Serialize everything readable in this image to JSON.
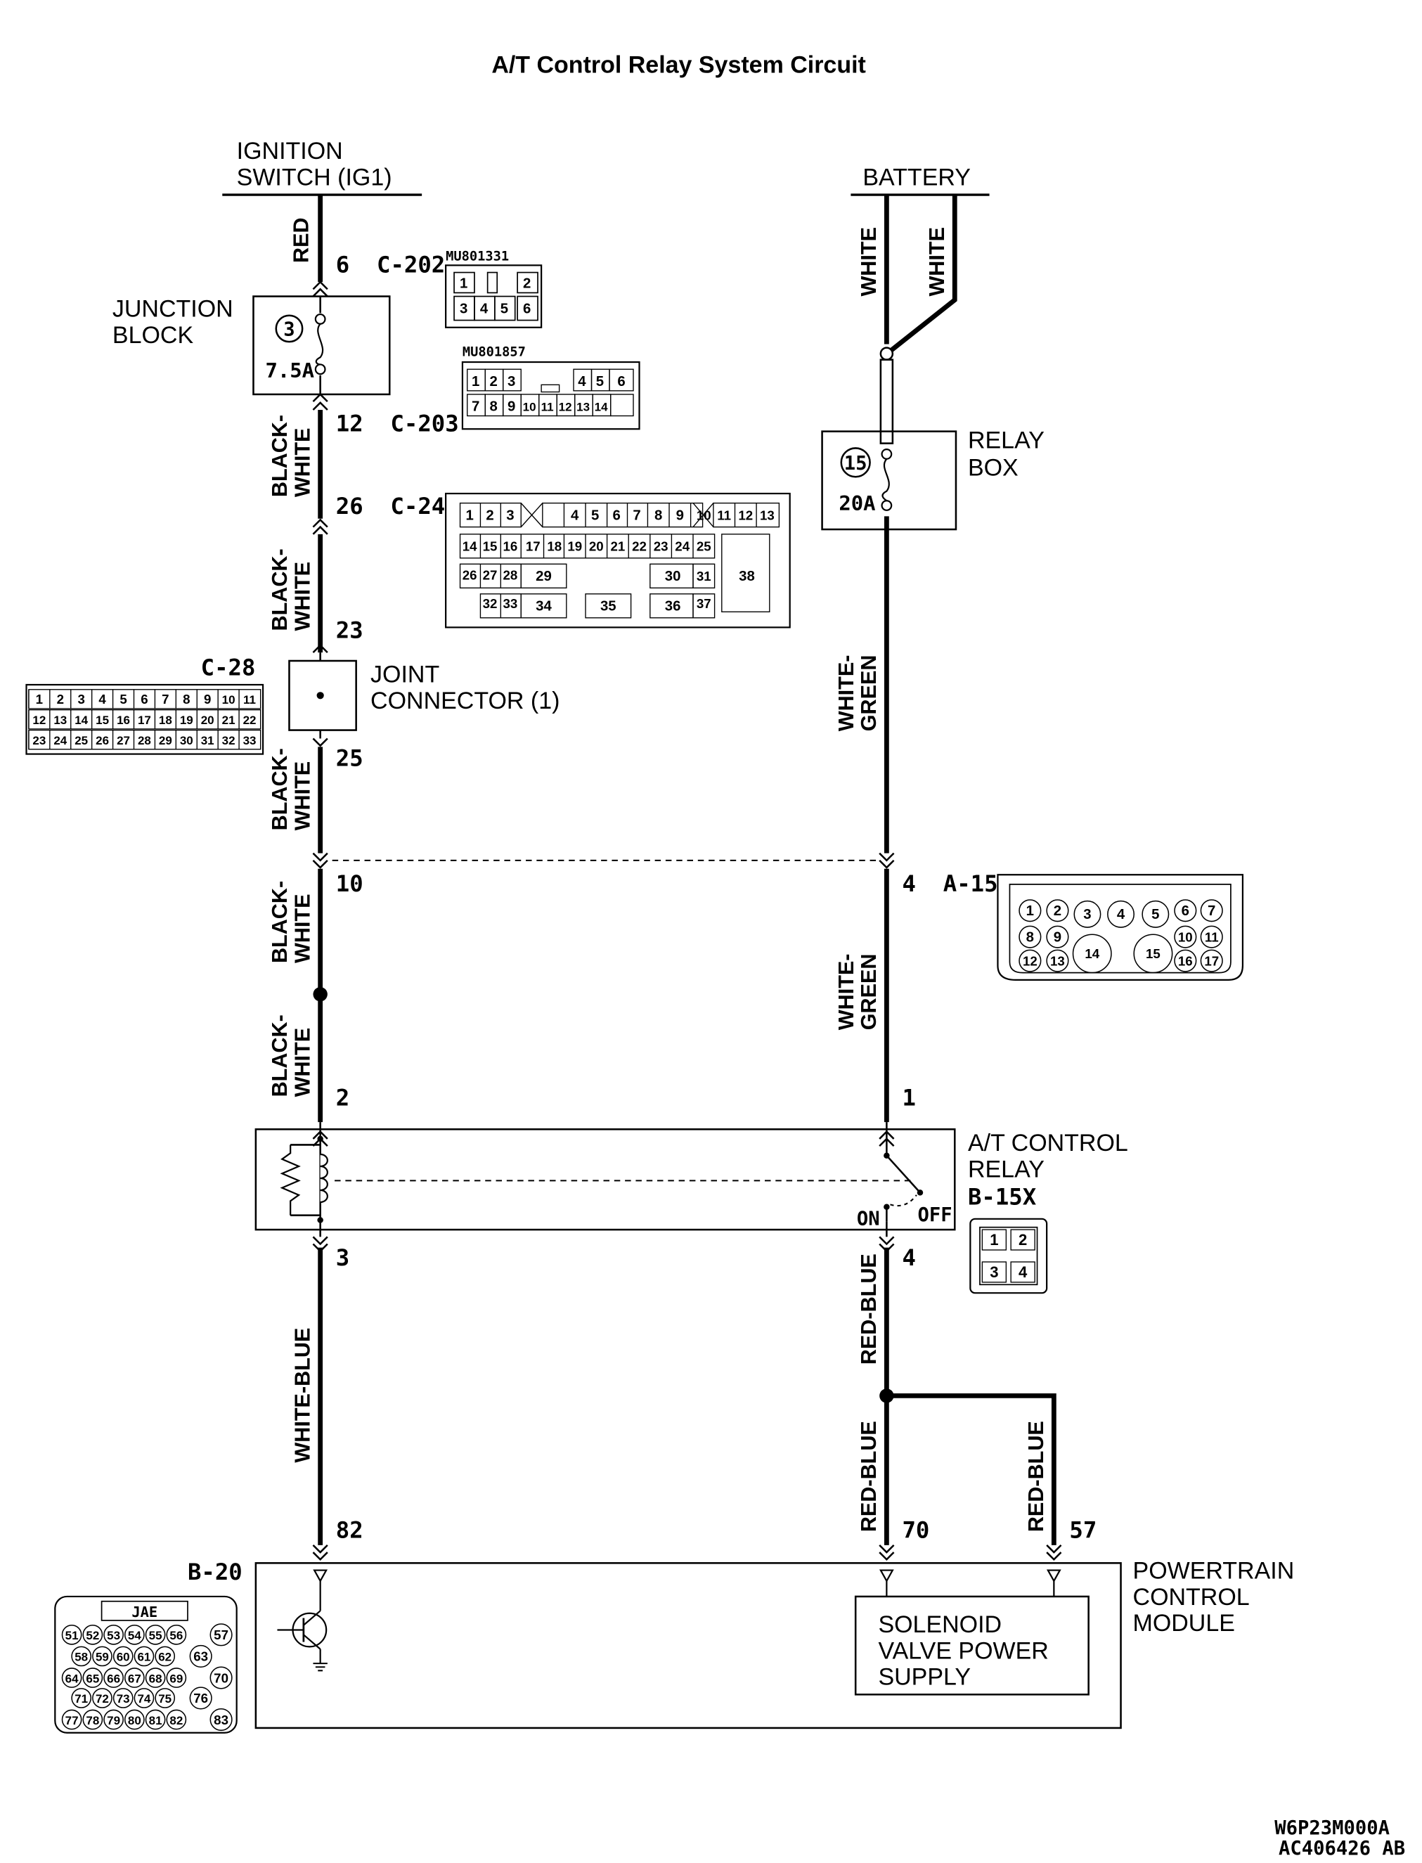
{
  "title": "A/T Control Relay System Circuit",
  "sources": {
    "ignition_line1": "IGNITION",
    "ignition_line2": "SWITCH (IG1)",
    "battery": "BATTERY"
  },
  "wire_colors": {
    "red": "RED",
    "white": "WHITE",
    "black_white_1": "BLACK-",
    "black_white_2": "WHITE",
    "white_green_1": "WHITE-",
    "white_green_2": "GREEN",
    "white_blue": "WHITE-BLUE",
    "red_blue": "RED-BLUE"
  },
  "components": {
    "junction_block_1": "JUNCTION",
    "junction_block_2": "BLOCK",
    "jb_fuse_no": "3",
    "jb_fuse_amp": "7.5A",
    "relay_box_1": "RELAY",
    "relay_box_2": "BOX",
    "rb_fuse_no": "15",
    "rb_fuse_amp": "20A",
    "joint_connector_1": "JOINT",
    "joint_connector_2": "CONNECTOR (1)",
    "at_relay_1": "A/T CONTROL",
    "at_relay_2": "RELAY",
    "at_relay_id": "B-15X",
    "relay_on": "ON",
    "relay_off": "OFF",
    "pcm_1": "POWERTRAIN",
    "pcm_2": "CONTROL",
    "pcm_3": "MODULE",
    "solenoid_1": "SOLENOID",
    "solenoid_2": "VALVE POWER",
    "solenoid_3": "SUPPLY"
  },
  "pin_labels": {
    "c202": "6  C-202",
    "c203": "12  C-203",
    "c24": "26  C-24",
    "p23": "23",
    "p25": "25",
    "p10": "10",
    "a15": "4  A-15",
    "p2": "2",
    "p1": "1",
    "p3": "3",
    "p4": "4",
    "p82": "82",
    "p70": "70",
    "p57": "57"
  },
  "connectors": {
    "mu801331": "MU801331",
    "mu801857": "MU801857",
    "c28": "C-28",
    "b20": "B-20",
    "jae": "JAE"
  },
  "footer": {
    "code1": "W6P23M000A",
    "code2": "AC406426 AB"
  },
  "colors": {
    "ink": "#000000",
    "paper": "#ffffff"
  }
}
